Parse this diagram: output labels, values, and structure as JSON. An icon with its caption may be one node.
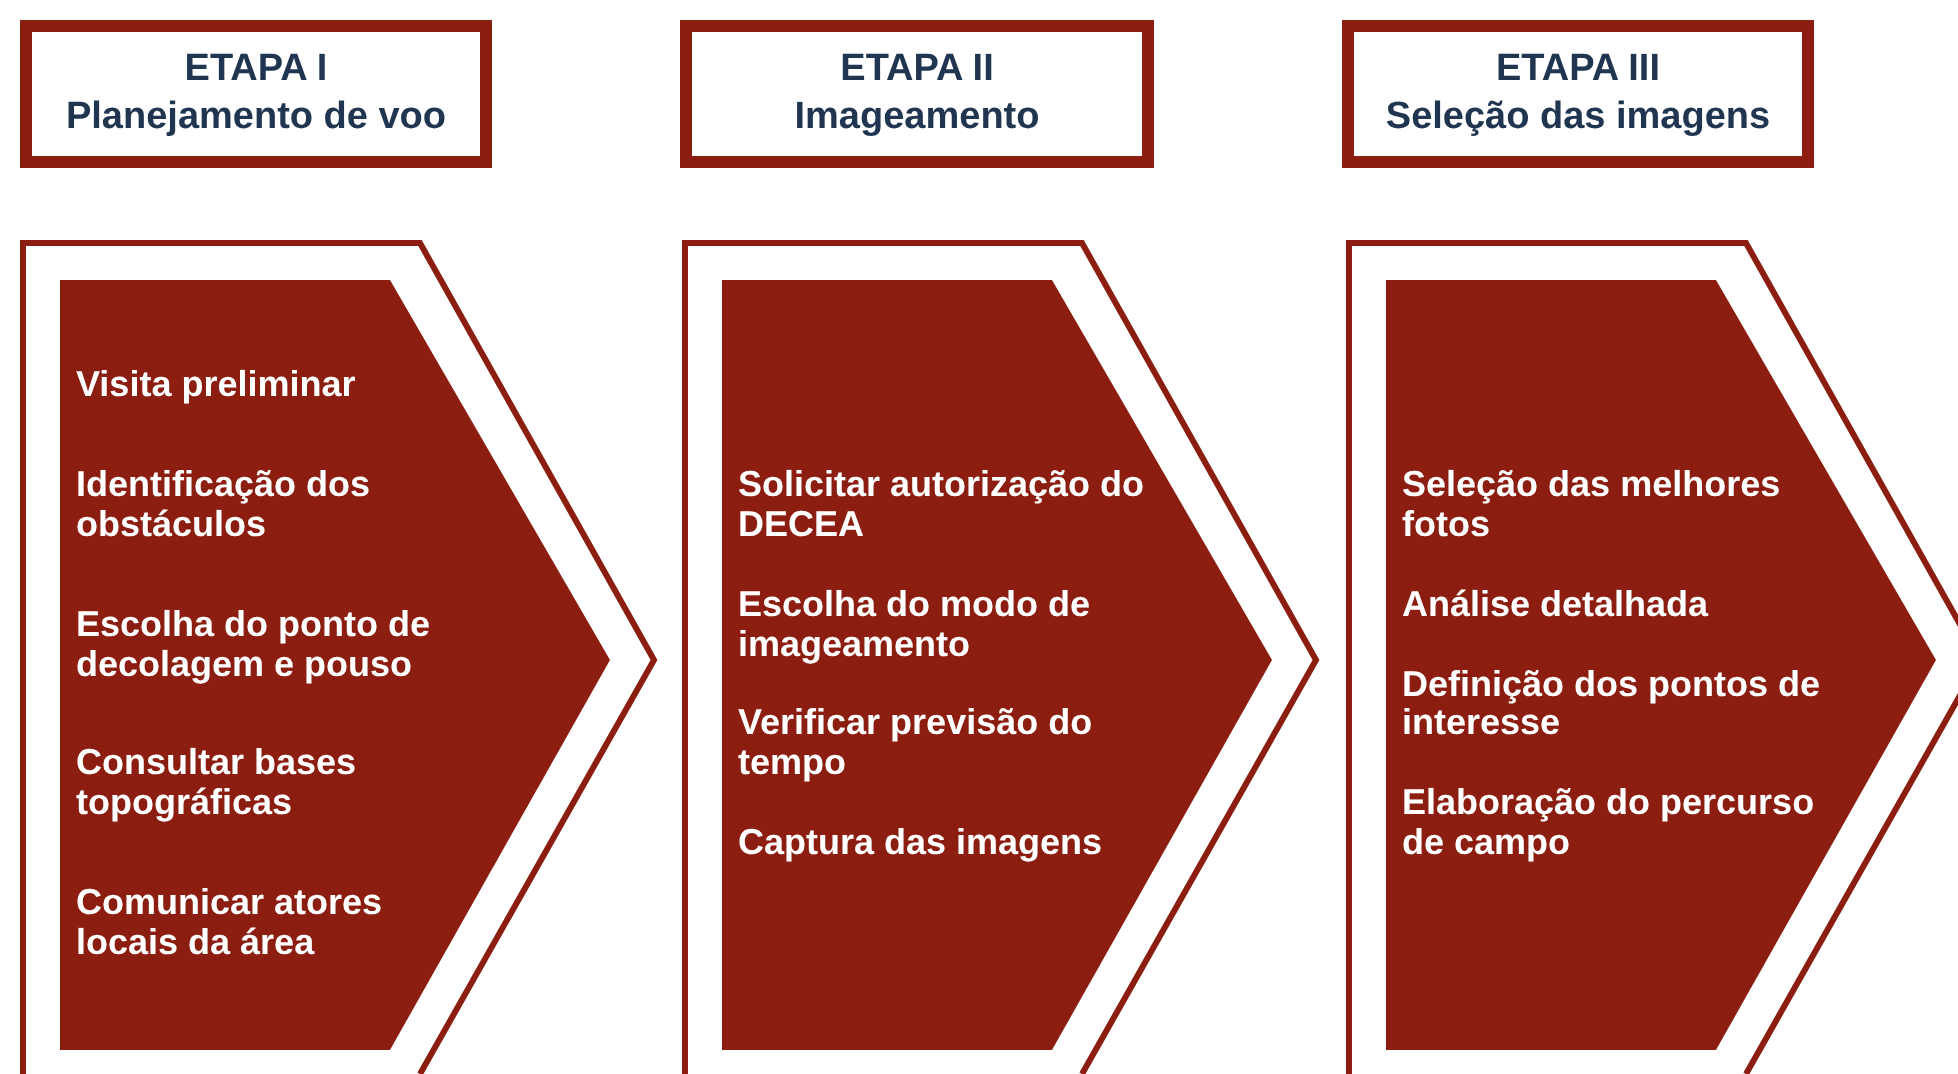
{
  "diagram": {
    "nodes": [
      {
        "text": [
          "ETAPA I",
          "Planejamento de voo"
        ]
      },
      {
        "text": [
          "ETAPA II",
          "Imageamento"
        ]
      },
      {
        "text": [
          "ETAPA III",
          "Seleção das imagens"
        ]
      },
      {
        "text": [
          "Visita preliminar",
          "Identificação dos obstáculos",
          "Escolha do ponto de decolagem e pouso",
          "Consultar bases topográficas",
          "Comunicar atores locais da área"
        ]
      },
      {
        "text": [
          "Solicitar autorização do DECEA",
          "Escolha do modo de imageamento",
          "Verificar previsão do tempo",
          "Captura das imagens"
        ]
      },
      {
        "text": [
          "Seleção das melhores fotos",
          "Análise detalhada",
          "Definição dos pontos de interesse",
          "Elaboração do percurso de campo"
        ]
      }
    ],
    "edges": []
  }
}
